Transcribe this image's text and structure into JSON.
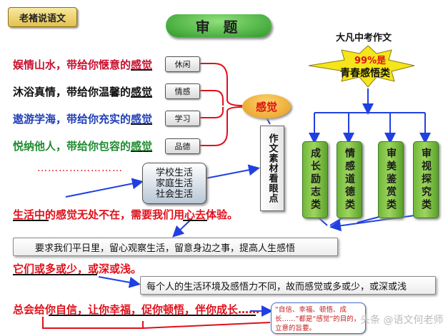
{
  "badge": "老褚说语文",
  "title": "审 题",
  "feelings": [
    {
      "prefix": "娱情山水，带给你惬意的",
      "word": "感觉",
      "tag": "休闲",
      "color": "#c8102e"
    },
    {
      "prefix": "沐浴真情，带给你温馨的",
      "word": "感觉",
      "tag": "情感",
      "color": "#111111"
    },
    {
      "prefix": "遨游学海，带给你充实的",
      "word": "感觉",
      "tag": "学习",
      "color": "#1f3fb5"
    },
    {
      "prefix": "悦纳他人，带给你包容的",
      "word": "感觉",
      "tag": "品德",
      "color": "#1e8c2e"
    }
  ],
  "feel_oval": "感觉",
  "dots": "……………………",
  "school": [
    "学校生活",
    "家庭生活",
    "社会生活"
  ],
  "material_box": "作文素材看眼点",
  "exam": {
    "heading": "大凡中考作文",
    "percent": "99%是",
    "star_text": "青春感悟类",
    "categories": [
      "成长励志类",
      "情感道德类",
      "审美鉴赏类",
      "审视探究类"
    ]
  },
  "statement1": "生活中的感觉无处不在，需要我们用心去体验。",
  "box1": "要求我们平日里，留心观察生活，留意身边之事，提高人生感悟",
  "statement2": "它们或多或少，或深或浅。",
  "box2": "每个人的生活环境及感悟力不同，故而感觉或多或少，或深或浅",
  "statement3": "总会给你自信，让你幸福，促你顿悟，伴你成长……",
  "note": "“自信、幸福、顿悟、成长……”都是“感觉”的目的，立意的旨要。",
  "watermark": "头条 @语文何老师",
  "colors": {
    "red": "#e0101a",
    "blue": "#1f3fd0",
    "green": "#5aa22a",
    "arrow_blue": "#2040e0"
  }
}
